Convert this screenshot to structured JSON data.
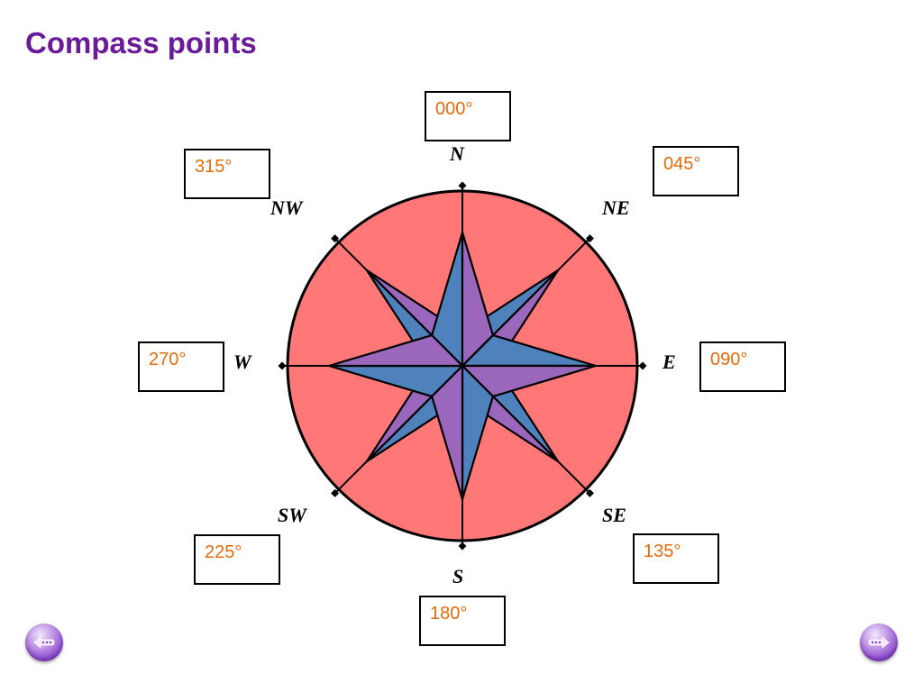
{
  "page": {
    "title": "Compass points"
  },
  "colors": {
    "title": "#6a1b9a",
    "circle_fill": "#ff7777",
    "star_primary_blue": "#4f81bd",
    "star_primary_purple": "#9a67bd",
    "star_secondary_blue": "#4f81bd",
    "star_secondary_purple": "#9a67bd",
    "bearing_text": "#e46c0a"
  },
  "compass": {
    "directions": [
      {
        "key": "n",
        "label": "N",
        "bearing": "000°",
        "angle": 0
      },
      {
        "key": "ne",
        "label": "NE",
        "bearing": "045°",
        "angle": 45
      },
      {
        "key": "e",
        "label": "E",
        "bearing": "090°",
        "angle": 90
      },
      {
        "key": "se",
        "label": "SE",
        "bearing": "135°",
        "angle": 135
      },
      {
        "key": "s",
        "label": "S",
        "bearing": "180°",
        "angle": 180
      },
      {
        "key": "sw",
        "label": "SW",
        "bearing": "225°",
        "angle": 225
      },
      {
        "key": "w",
        "label": "W",
        "bearing": "270°",
        "angle": 270
      },
      {
        "key": "nw",
        "label": "NW",
        "bearing": "315°",
        "angle": 315
      }
    ]
  },
  "nav": {
    "prev_icon": "back-arrow-icon",
    "next_icon": "forward-arrow-icon"
  }
}
